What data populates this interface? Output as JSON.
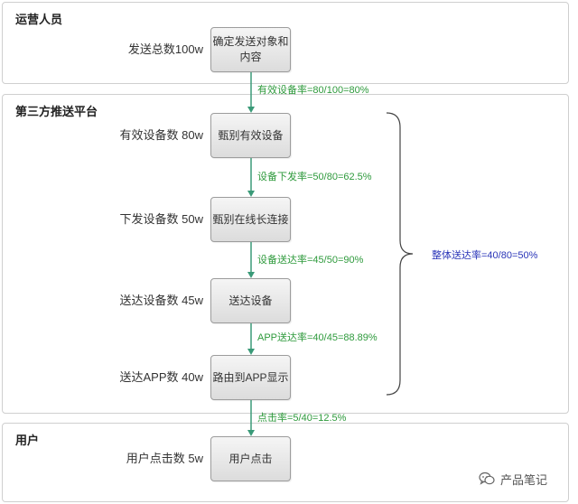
{
  "lanes": [
    {
      "title": "运营人员"
    },
    {
      "title": "第三方推送平台"
    },
    {
      "title": "用户"
    }
  ],
  "steps": [
    {
      "count": "发送总数100w",
      "box": [
        "确定发送对象和",
        "内容"
      ]
    },
    {
      "count": "有效设备数 80w",
      "box": [
        "甄别有效设备"
      ]
    },
    {
      "count": "下发设备数 50w",
      "box": [
        "甄别在线长连接"
      ]
    },
    {
      "count": "送达设备数 45w",
      "box": [
        "送达设备"
      ]
    },
    {
      "count": "送达APP数 40w",
      "box": [
        "路由到APP显示"
      ]
    },
    {
      "count": "用户点击数 5w",
      "box": [
        "用户点击"
      ]
    }
  ],
  "rates": [
    "有效设备率=80/100=80%",
    "设备下发率=50/80=62.5%",
    "设备送达率=45/50=90%",
    "APP送达率=40/45=88.89%",
    "点击率=5/40=12.5%"
  ],
  "overall_rate": "整体送达率=40/80=50%",
  "watermark": {
    "text": "产品笔记",
    "icon": "wechat-icon"
  },
  "colors": {
    "arrow": "#3a9a78",
    "rate_text": "#2e9a3c",
    "overall_text": "#2a35b8",
    "box_border": "#9c9c9c"
  }
}
